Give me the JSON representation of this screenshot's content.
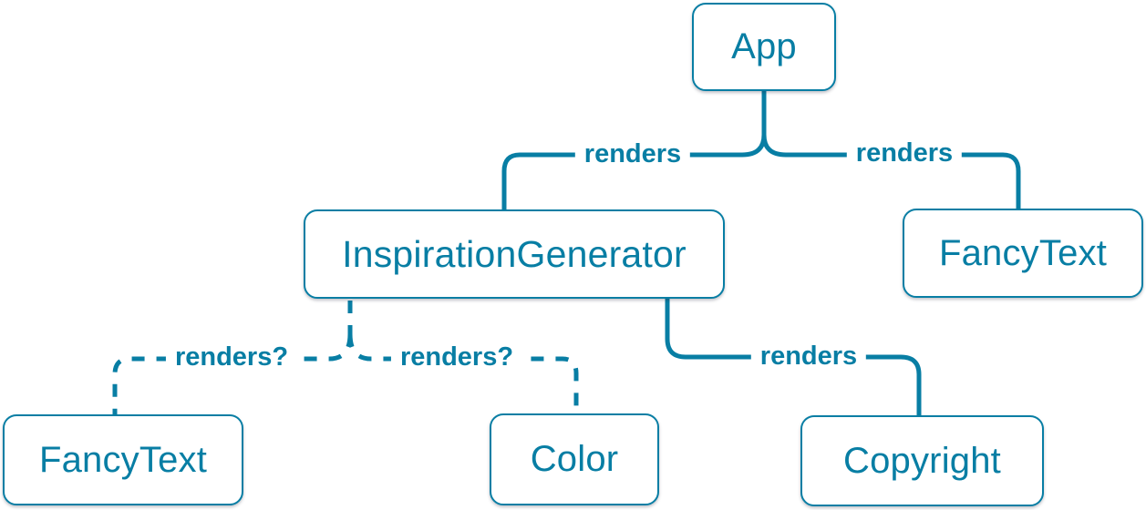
{
  "colors": {
    "accent": "#087ea4",
    "node_fill": "#ffffff"
  },
  "diagram": {
    "nodes": {
      "app": {
        "label": "App"
      },
      "inspiration_generator": {
        "label": "InspirationGenerator"
      },
      "fancy_text_top": {
        "label": "FancyText"
      },
      "fancy_text_bottom": {
        "label": "FancyText"
      },
      "color": {
        "label": "Color"
      },
      "copyright": {
        "label": "Copyright"
      }
    },
    "edges": {
      "app_to_inspiration_generator": {
        "label": "renders",
        "style": "solid"
      },
      "app_to_fancy_text": {
        "label": "renders",
        "style": "solid"
      },
      "inspiration_generator_to_copyright": {
        "label": "renders",
        "style": "solid"
      },
      "inspiration_generator_to_fancy_text": {
        "label": "renders?",
        "style": "dashed"
      },
      "inspiration_generator_to_color": {
        "label": "renders?",
        "style": "dashed"
      }
    }
  }
}
